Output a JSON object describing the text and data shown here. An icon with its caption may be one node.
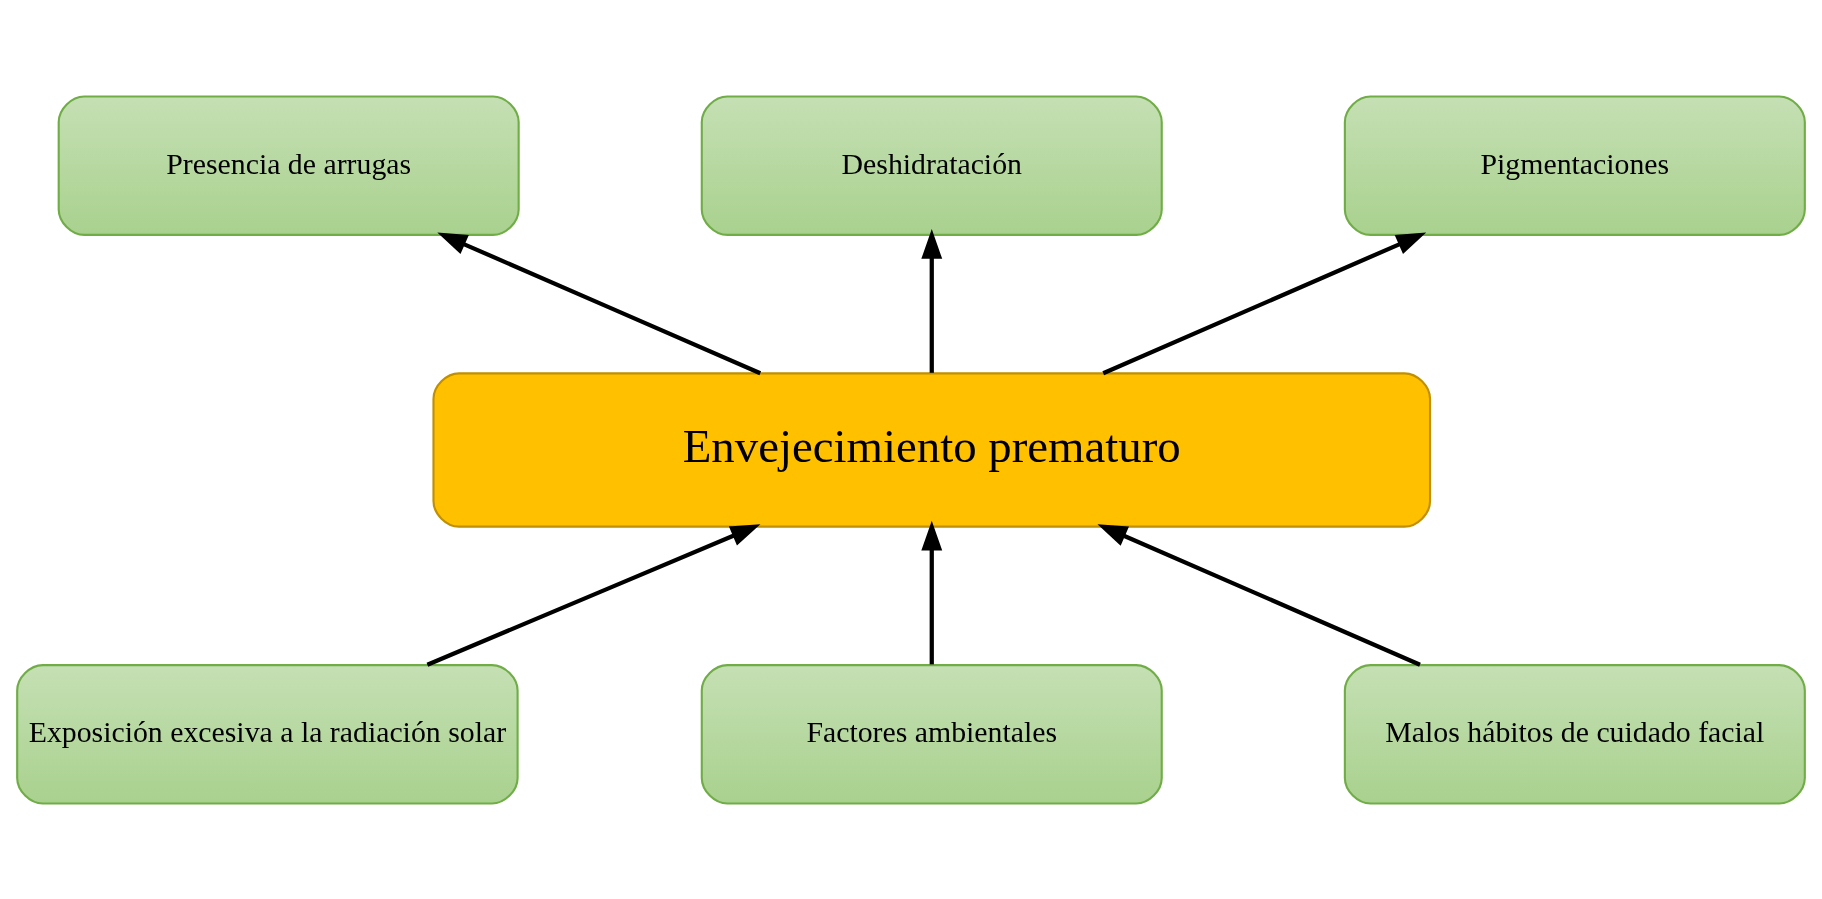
{
  "diagram": {
    "nodes": [
      {
        "text": [
          "Presencia de arrugas"
        ]
      },
      {
        "text": [
          "Deshidratación"
        ]
      },
      {
        "text": [
          "Pigmentaciones"
        ]
      },
      {
        "text": [
          "Envejecimiento prematuro"
        ]
      },
      {
        "text": [
          "Exposición excesiva a la radiación solar"
        ]
      },
      {
        "text": [
          "Factores ambientales"
        ]
      },
      {
        "text": [
          "Malos hábitos de cuidado facial"
        ]
      }
    ],
    "edges": [
      {
        "from": 4,
        "to": 3,
        "arrow": "to"
      },
      {
        "from": 5,
        "to": 3,
        "arrow": "to"
      },
      {
        "from": 6,
        "to": 3,
        "arrow": "to"
      },
      {
        "from": 3,
        "to": 0,
        "arrow": "to"
      },
      {
        "from": 3,
        "to": 1,
        "arrow": "to"
      },
      {
        "from": 3,
        "to": 2,
        "arrow": "to"
      }
    ]
  }
}
